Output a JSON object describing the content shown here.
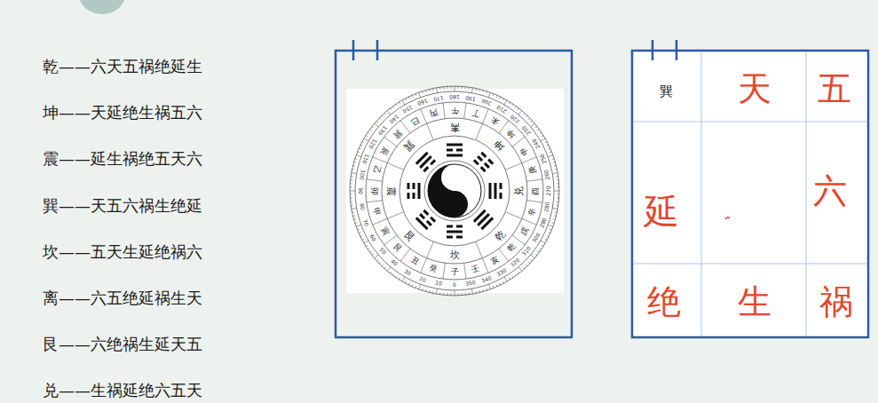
{
  "diagram": {
    "labels": [
      "乾——六天五祸绝延生",
      "坤——天延绝生祸五六",
      "震——延生祸绝五天六",
      "巽——天五六祸生绝延",
      "坎——五天生延绝祸六",
      "离——六五绝延祸生天",
      "艮——六绝祸生延天五",
      "兑——生祸延绝六五天",
      "0",
      "10",
      "20",
      "30",
      "40",
      "50",
      "60",
      "70",
      "80",
      "90",
      "100",
      "110",
      "120",
      "130",
      "140",
      "150",
      "160",
      "170",
      "180",
      "190",
      "200",
      "210",
      "220",
      "230",
      "240",
      "250",
      "260",
      "270",
      "280",
      "290",
      "300",
      "310",
      "320",
      "330",
      "340",
      "350",
      "子",
      "癸",
      "丑",
      "艮",
      "寅",
      "甲",
      "卯",
      "乙",
      "辰",
      "巽",
      "巳",
      "丙",
      "午",
      "丁",
      "未",
      "坤",
      "申",
      "庚",
      "酉",
      "辛",
      "戌",
      "乾",
      "亥",
      "壬",
      "坎",
      "艮",
      "震",
      "巽",
      "离",
      "坤",
      "兑",
      "乾",
      "巽",
      "天",
      "五",
      "延",
      "六",
      "绝",
      "生",
      "祸"
    ]
  }
}
